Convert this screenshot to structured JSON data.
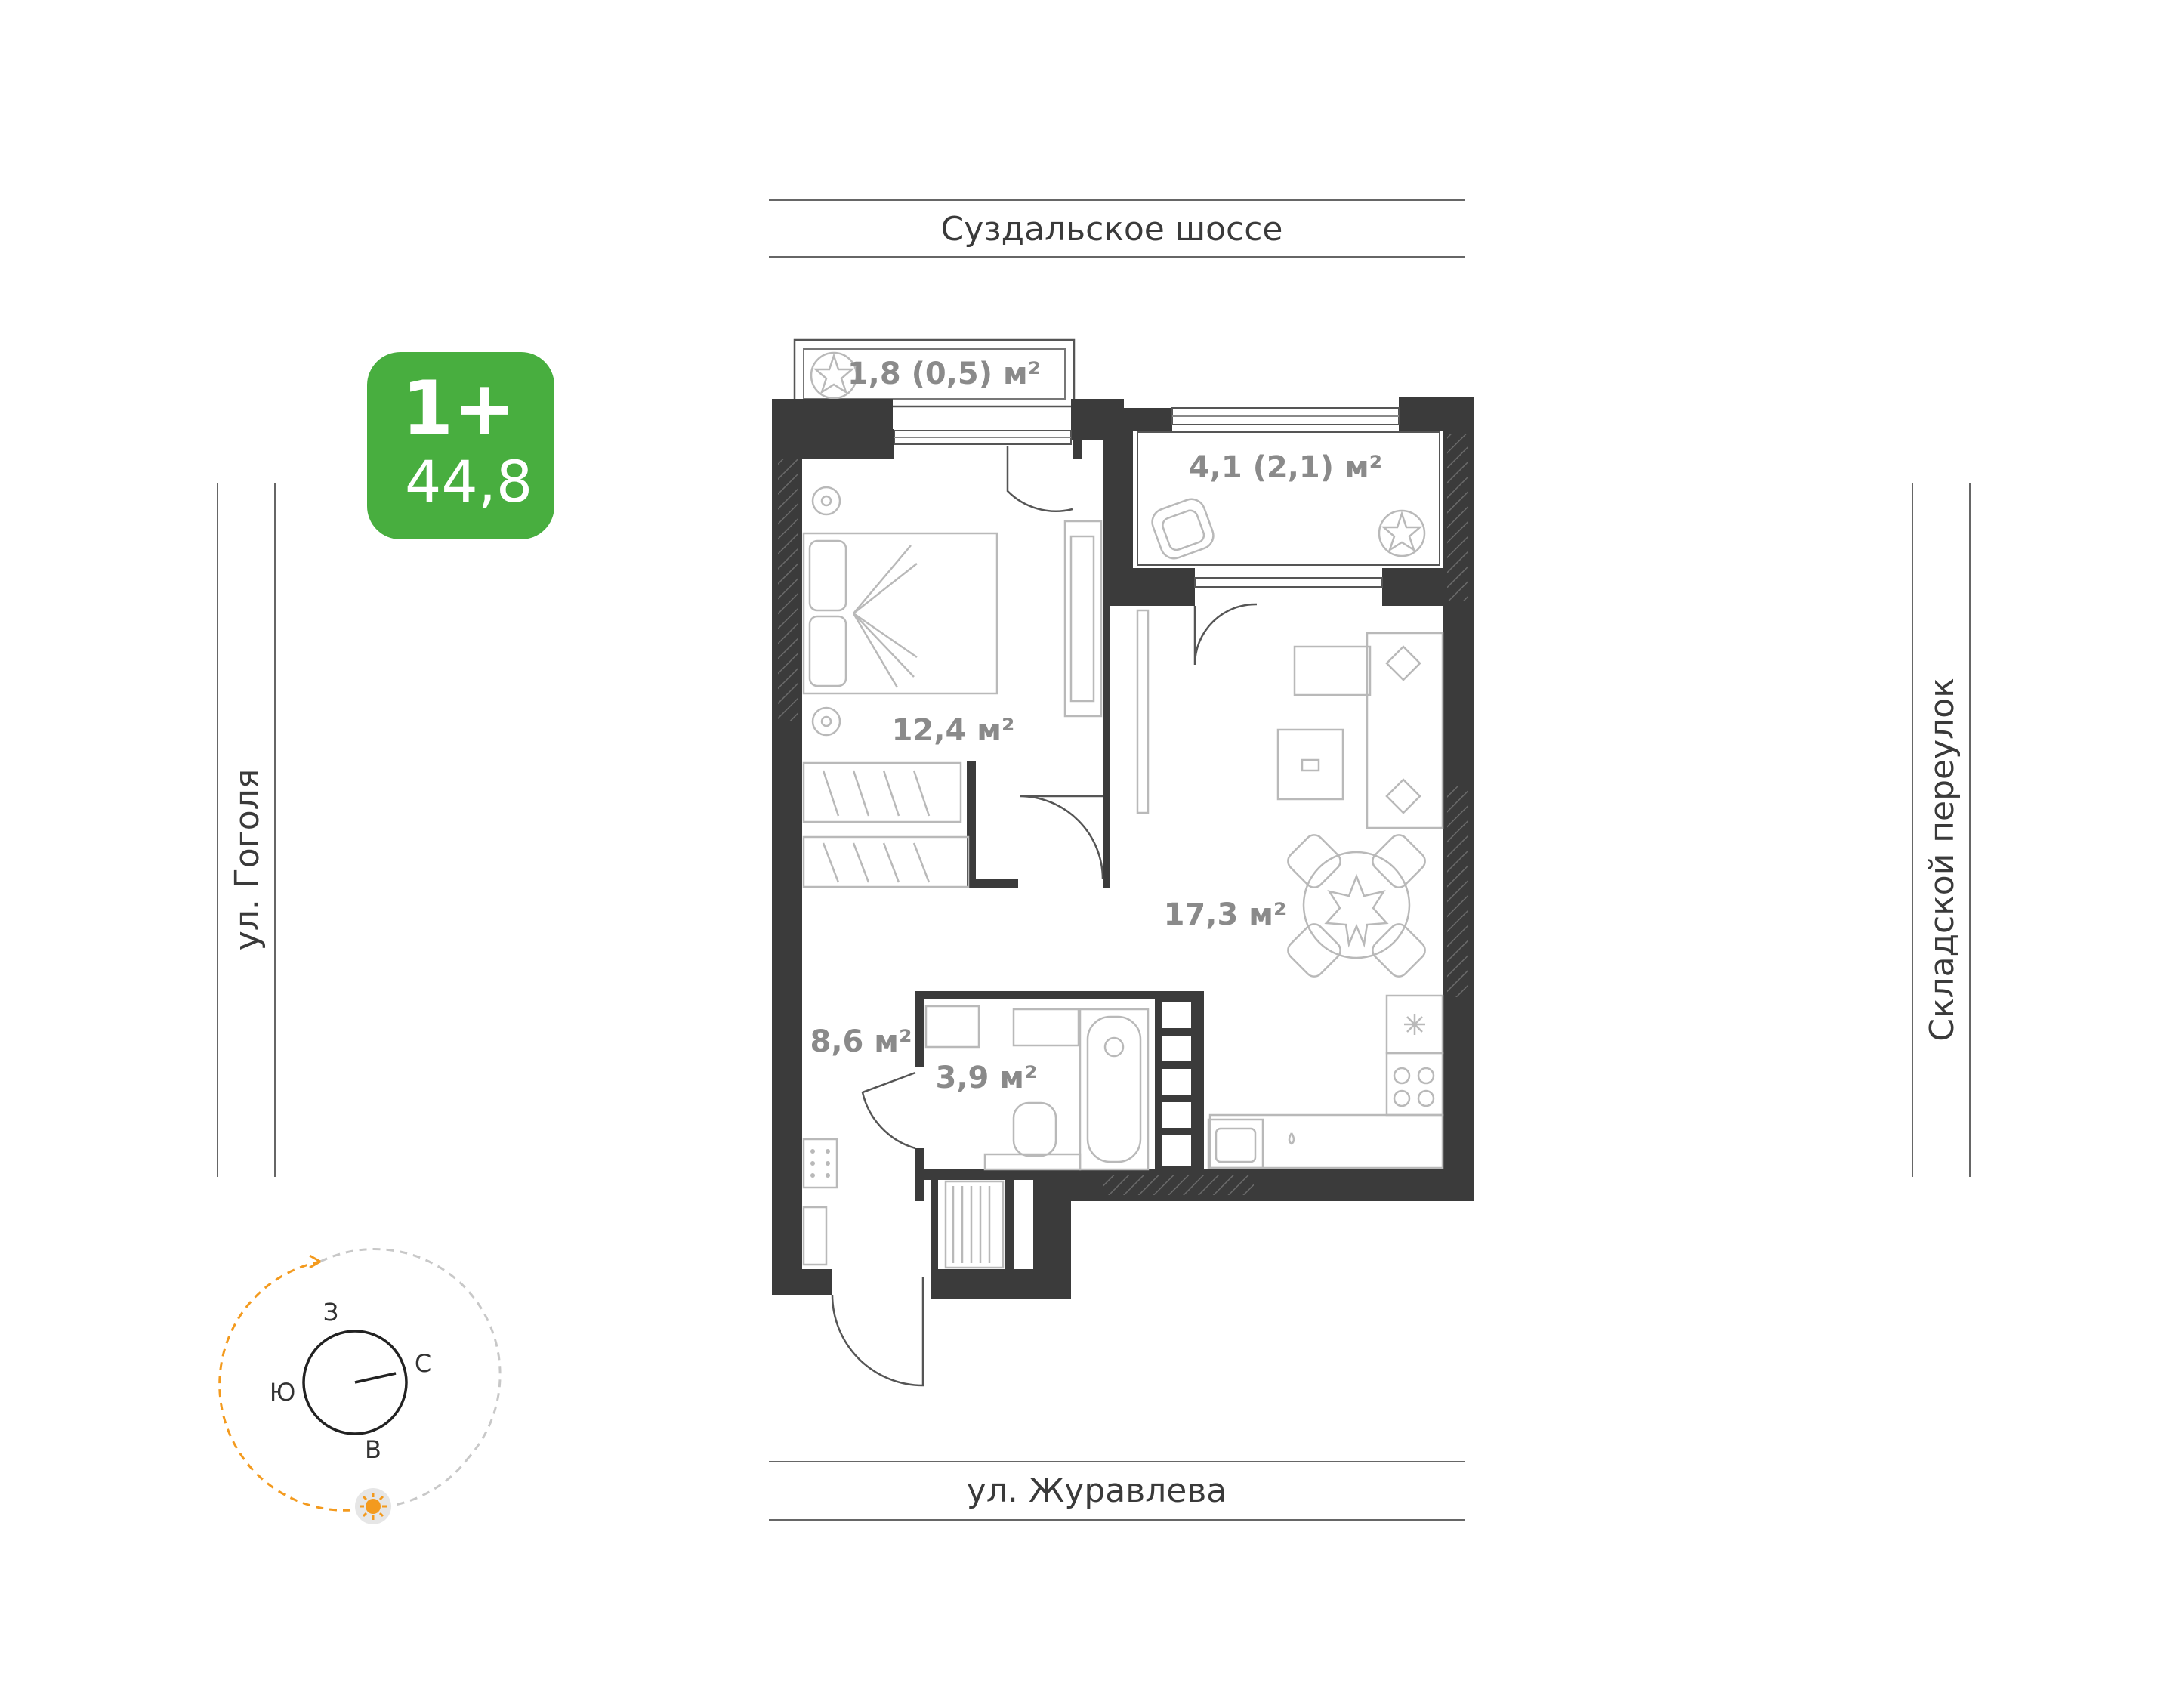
{
  "apartment": {
    "type": "1+",
    "total_area": "44,8",
    "badge_color": "#48ae3f"
  },
  "streets": {
    "north": "Суздальское шоссе",
    "south": "ул. Журавлева",
    "west": "ул. Гоголя",
    "east": "Складской переулок"
  },
  "rooms": {
    "balcony_top": "1,8 (0,5) м²",
    "loggia": "4,1 (2,1) м²",
    "bedroom": "12,4 м²",
    "living": "17,3 м²",
    "hallway": "8,6 м²",
    "bathroom": "3,9 м²"
  },
  "compass": {
    "west": "З",
    "north": "С",
    "south": "Ю",
    "east": "В",
    "sun_icon": "sun-icon",
    "sun_color": "#f39a1e"
  },
  "colors": {
    "wall": "#3b3b3b",
    "furniture": "#b9b9b9"
  }
}
